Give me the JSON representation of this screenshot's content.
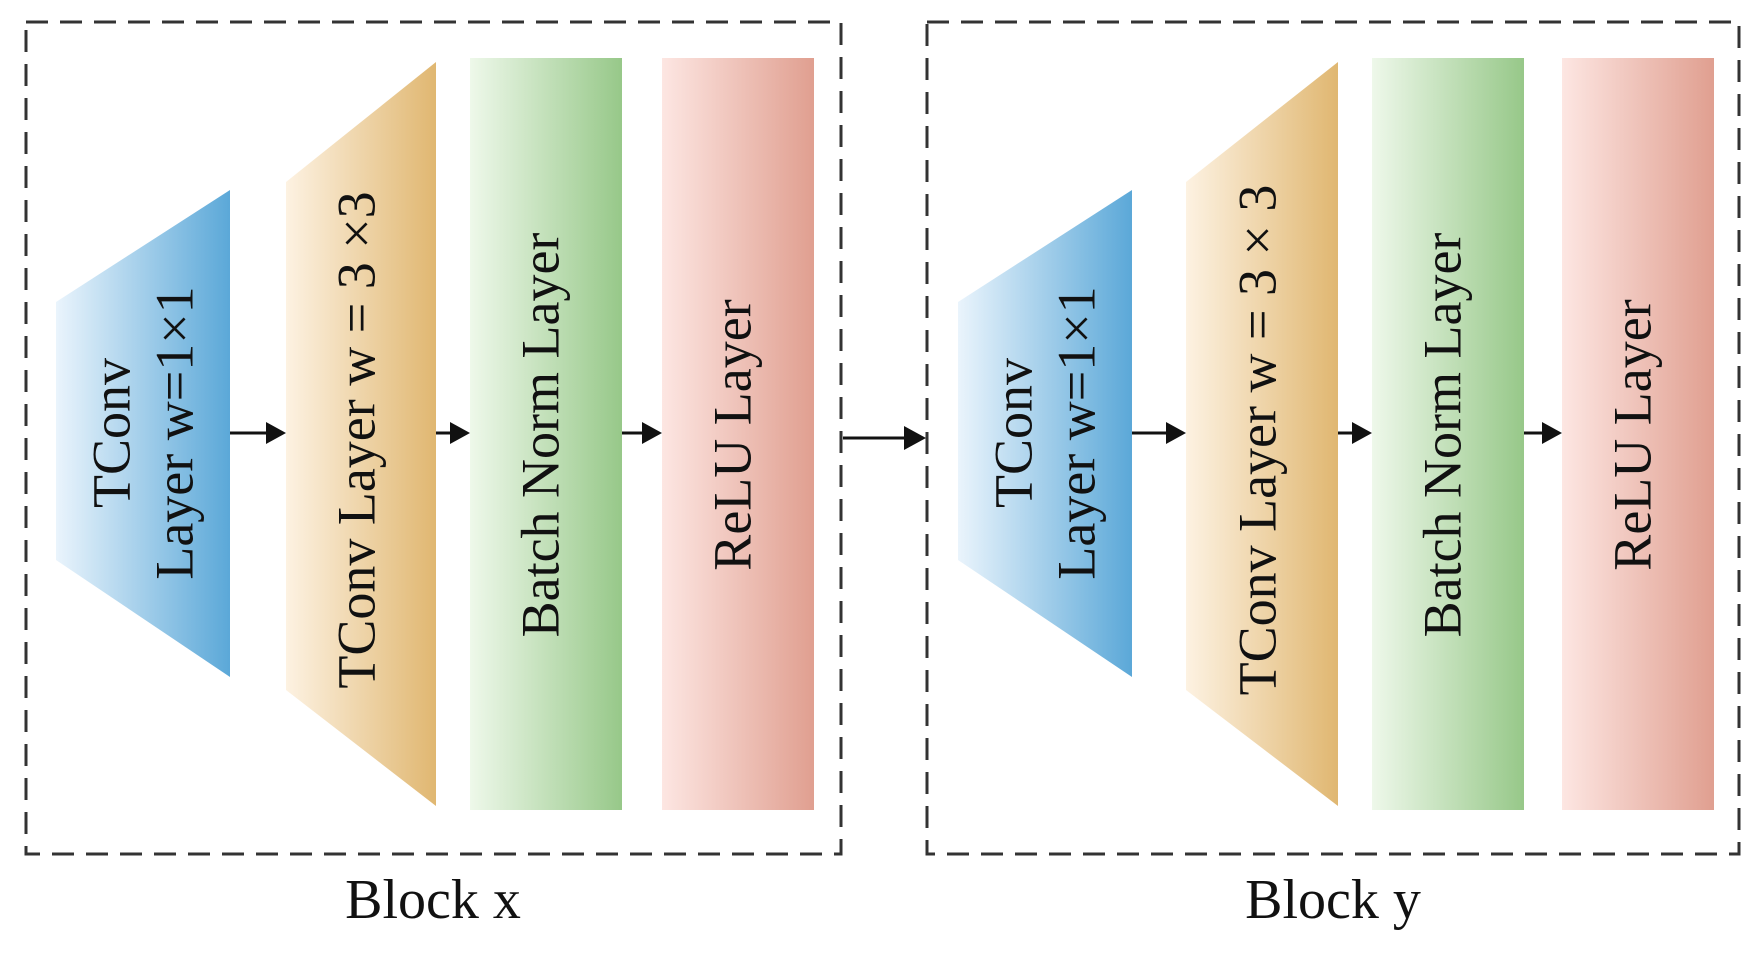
{
  "blocks": [
    {
      "caption": "Block x",
      "layers": [
        {
          "line1": "TConv",
          "line2": "Layer w=1×1"
        },
        {
          "line1": "TConv Layer w = 3 ×3"
        },
        {
          "line1": "Batch Norm Layer"
        },
        {
          "line1": "ReLU Layer"
        }
      ]
    },
    {
      "caption": "Block y",
      "layers": [
        {
          "line1": "TConv",
          "line2": "Layer w=1×1"
        },
        {
          "line1": "TConv Layer w = 3 × 3"
        },
        {
          "line1": "Batch Norm Layer"
        },
        {
          "line1": "ReLU Layer"
        }
      ]
    }
  ],
  "colors": {
    "tconv1x1": [
      "#eaf4fc",
      "#5ba8d8"
    ],
    "tconv3x3": [
      "#fdf2e2",
      "#e0b771"
    ],
    "batchnorm": [
      "#eef8ea",
      "#97c889"
    ],
    "relu": [
      "#fde6e2",
      "#e09f90"
    ]
  }
}
